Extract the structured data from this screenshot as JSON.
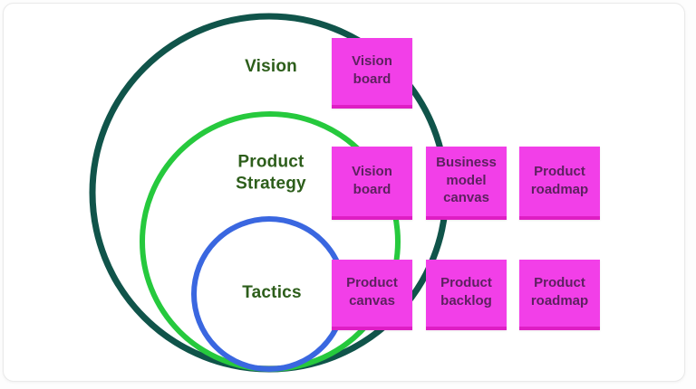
{
  "colors": {
    "page_background": "#fdfdfd",
    "card_background": "#ffffff",
    "card_border": "#e9e9e9",
    "ring_label_text": "#2d5e1b",
    "ring_vision": "#10544a",
    "ring_strategy": "#26c93d",
    "ring_tactics": "#3a67e0",
    "sticky_fill": "#f23fe8",
    "sticky_edge": "#de1ec4",
    "sticky_text": "#5d2160"
  },
  "rings": [
    {
      "id": "vision",
      "label": "Vision"
    },
    {
      "id": "product-strategy",
      "label": "Product Strategy"
    },
    {
      "id": "tactics",
      "label": "Tactics"
    }
  ],
  "stickies": [
    {
      "ring": "vision",
      "label": "Vision board"
    },
    {
      "ring": "product-strategy",
      "label": "Vision board"
    },
    {
      "ring": "product-strategy",
      "label": "Business model canvas"
    },
    {
      "ring": "product-strategy",
      "label": "Product roadmap"
    },
    {
      "ring": "tactics",
      "label": "Product canvas"
    },
    {
      "ring": "tactics",
      "label": "Product backlog"
    },
    {
      "ring": "tactics",
      "label": "Product roadmap"
    }
  ]
}
